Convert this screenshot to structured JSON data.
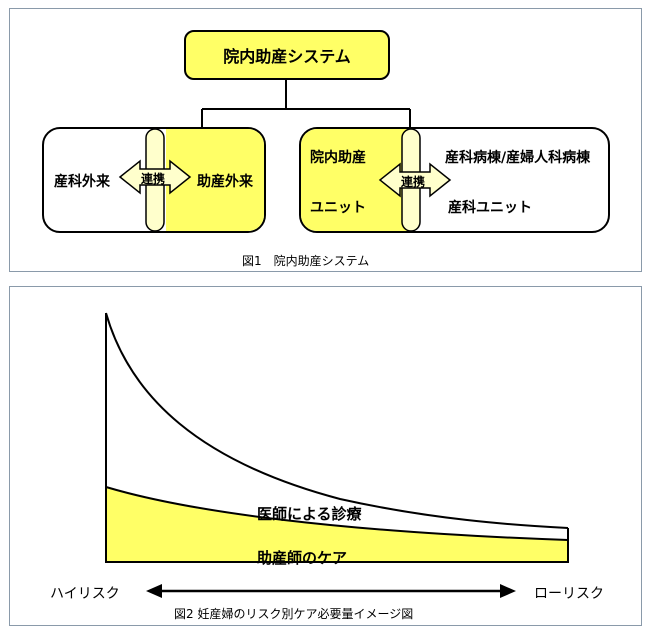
{
  "figure1": {
    "top_box": "院内助産システム",
    "left_group": {
      "left_label": "産科外来",
      "arrow_label": "連携",
      "right_label": "助産外来"
    },
    "right_group": {
      "left_label_1": "院内助産",
      "left_label_2": "ユニット",
      "arrow_label": "連携",
      "right_label_1": "産科病棟/産婦人科病棟",
      "right_label_2": "産科ユニット"
    },
    "caption": "図1　院内助産システム"
  },
  "figure2": {
    "curve_label_doctor": "医師による診療",
    "curve_label_midwife": "助産師のケア",
    "x_left_label": "ハイリスク",
    "x_right_label": "ローリスク",
    "caption": "図2  妊産婦のリスク別ケア必要量イメージ図"
  },
  "colors": {
    "highlight": "#ffff66",
    "pill": "#ffffcc",
    "border": "#000000",
    "panel_border": "#8a9aaa"
  }
}
